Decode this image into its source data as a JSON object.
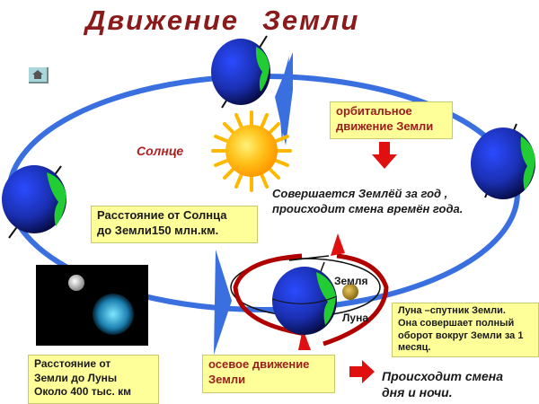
{
  "title": {
    "word1": "Движение",
    "word2": "Земли"
  },
  "labels": {
    "sun": "Солнце",
    "earth": "Земля",
    "moon": "Луна"
  },
  "boxes": {
    "orbital_line1": "орбитальное",
    "orbital_line2": "движение Земли",
    "sun_distance_line1": "Расстояние от Солнца",
    "sun_distance_line2": "до Земли150 млн.км.",
    "moon_distance_line1": "Расстояние  от",
    "moon_distance_line2": "Земли до Луны",
    "moon_distance_line3": "Около 400 тыс. км",
    "axial_line1": "осевое движение",
    "axial_line2": "Земли",
    "moon_info_line1": "Луна –спутник Земли.",
    "moon_info_line2": "Она совершает полный",
    "moon_info_line3": "оборот вокруг Земли за 1",
    "moon_info_line4": "месяц."
  },
  "notes": {
    "year_line1": "Совершается Землёй за год ,",
    "year_line2": "происходит смена времён года.",
    "daynight_line1": "Происходит смена",
    "daynight_line2": "дня и ночи."
  },
  "icons": {
    "home": "home-icon",
    "sun": "sun-icon",
    "earth": "earth-globe-icon",
    "moon": "moon-icon",
    "arrow": "red-arrow-icon"
  },
  "colors": {
    "title": "#8b1a1a",
    "orbit": "#3a6fe0",
    "box_fill": "#ffff99",
    "box_text_red": "#9b1c1c",
    "arrow_red": "#e01010",
    "earth_ocean": "#1a2fb0",
    "earth_land": "#22cc33",
    "sun": "#ffb000"
  }
}
